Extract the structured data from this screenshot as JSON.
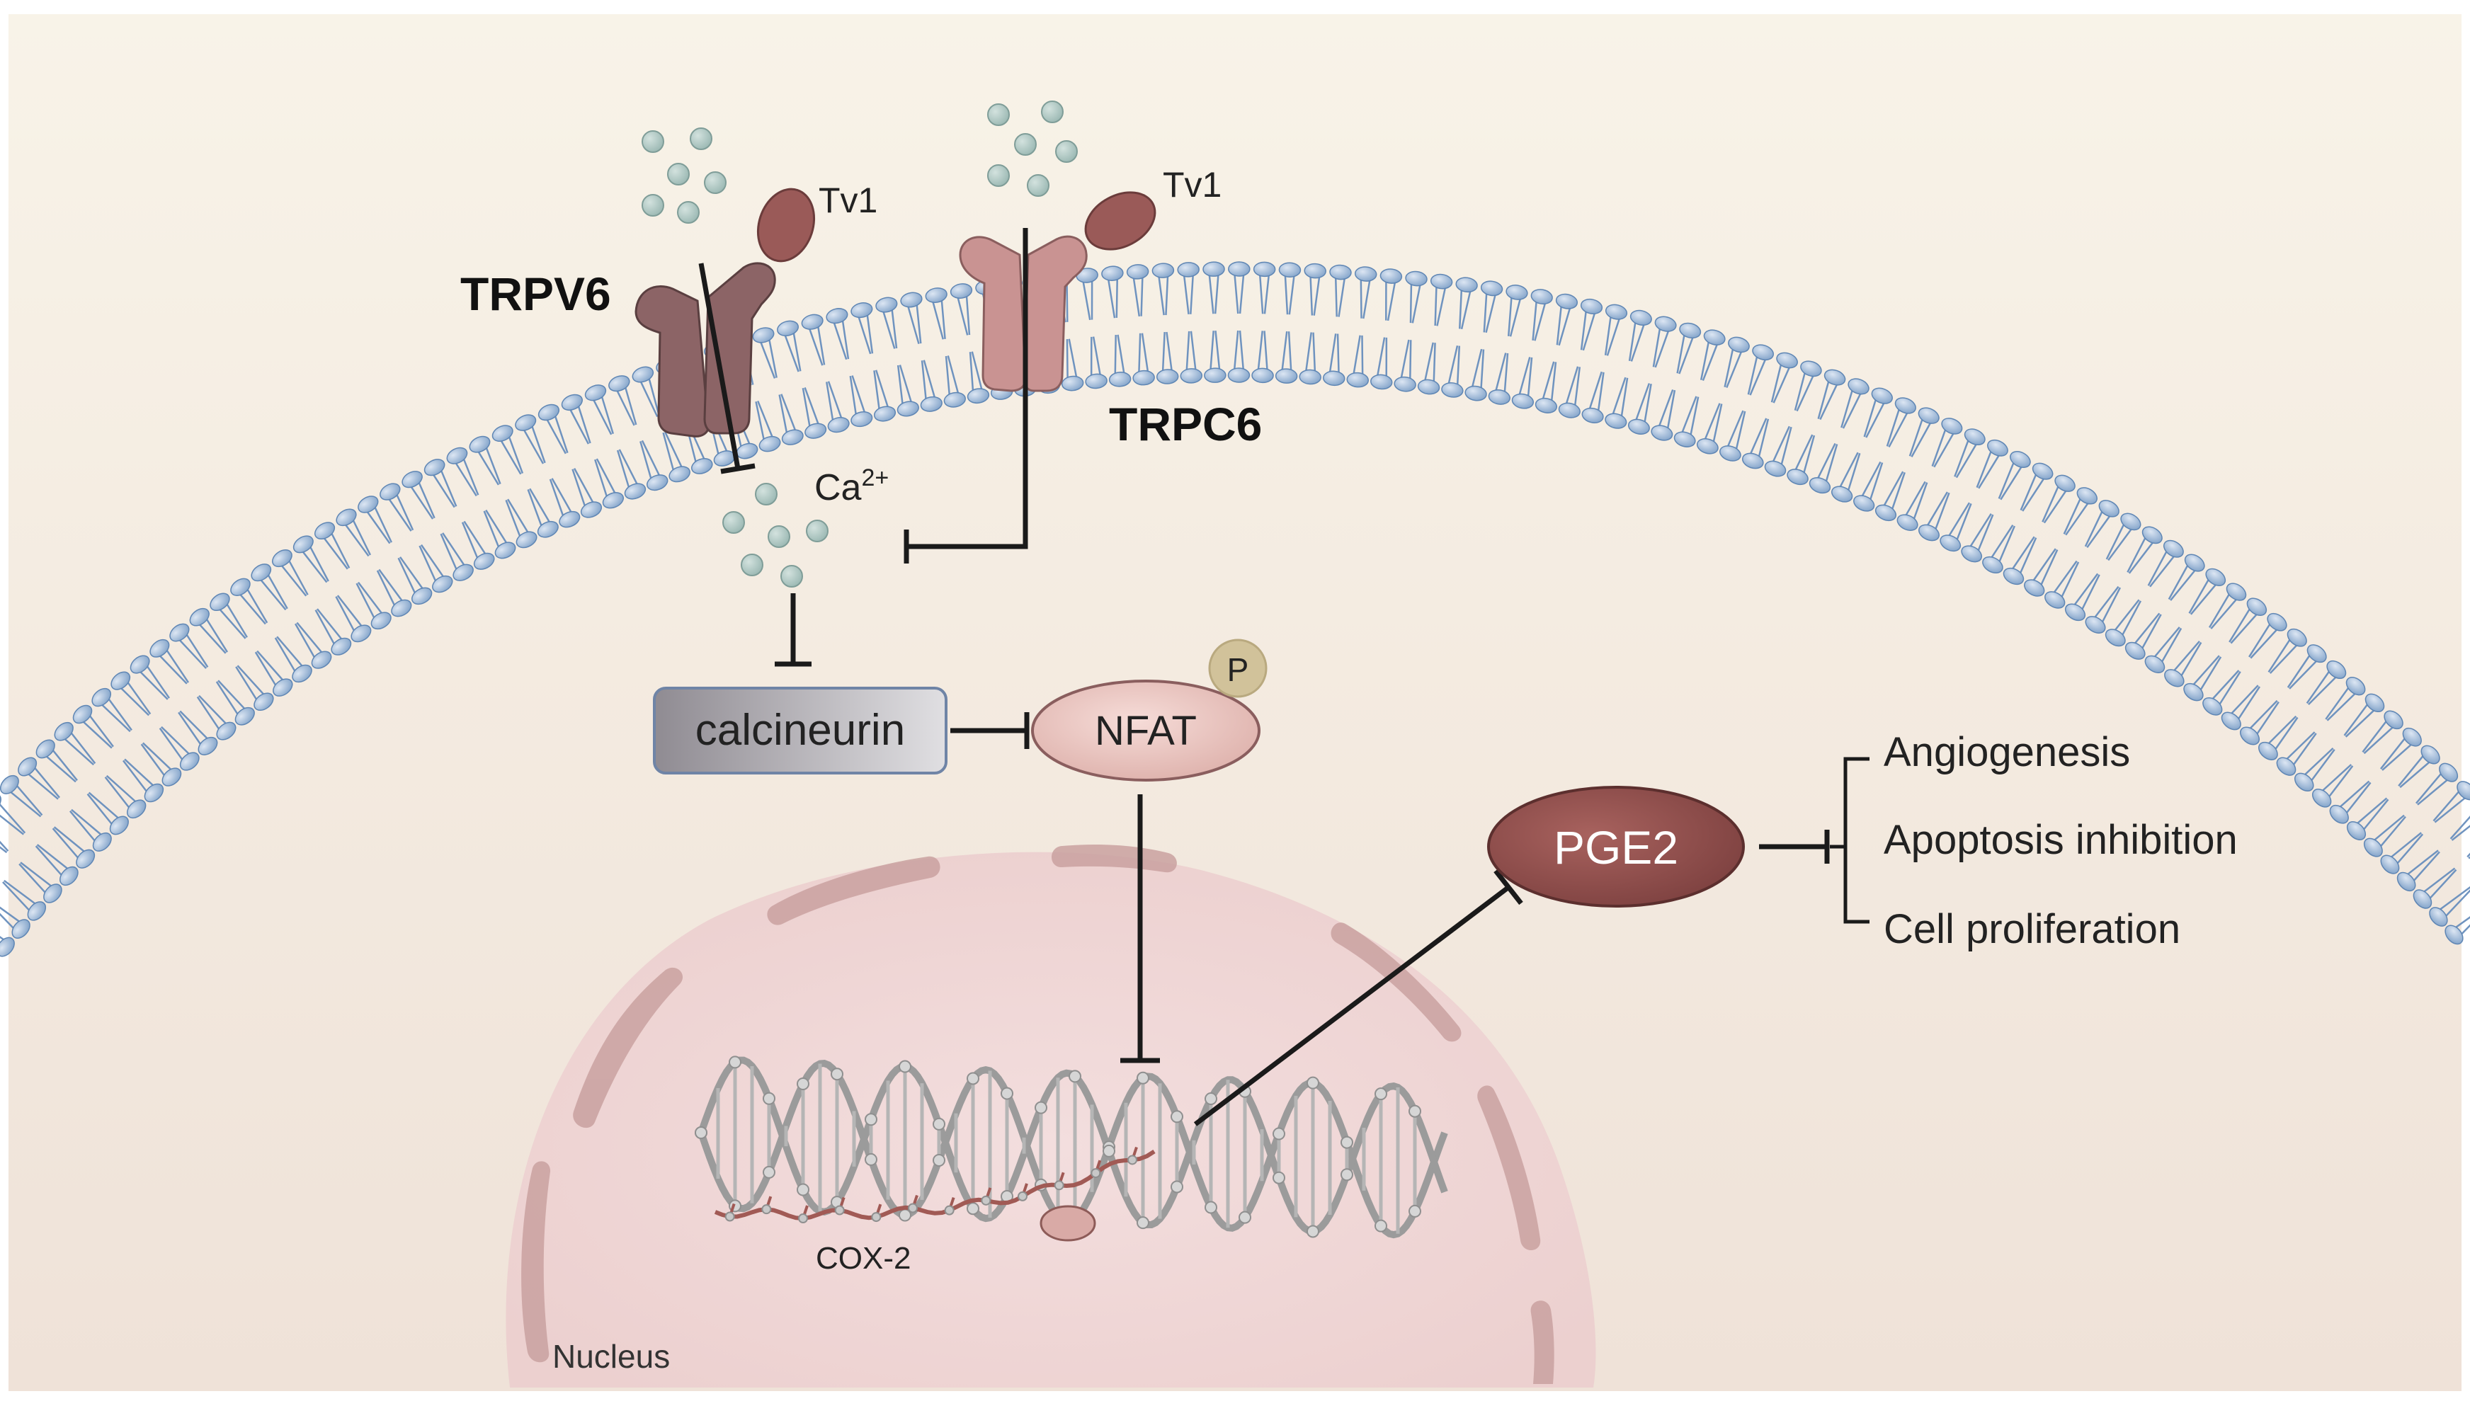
{
  "colors": {
    "background_top": "#f8f3e8",
    "background_bottom": "#f0e4da",
    "membrane_head": "#a9c3de",
    "membrane_head_stroke": "#5f86b4",
    "membrane_tail": "#6f93bf",
    "trpv6": "#8c6466",
    "trpc6": "#c99392",
    "tv1": "#9a5a58",
    "calcium": "#a8c4c0",
    "calcineurin": "#9a979c",
    "nfat": "#ecc7c2",
    "phospho": "#d1c29a",
    "pge2": "#8f4f4d",
    "nucleus": "#f0d6d6",
    "nucleus_envelope": "#c9a1a0",
    "dna": "#9b9b9b",
    "mrna": "#a15a55",
    "inhibit_line": "#1a1a1a"
  },
  "labels": {
    "trpv6": "TRPV6",
    "trpc6": "TRPC6",
    "tv1_left": "Tv1",
    "tv1_right": "Tv1",
    "calcium": "Ca",
    "calcium_charge": "2+",
    "calcineurin": "calcineurin",
    "nfat": "NFAT",
    "phospho": "P",
    "pge2": "PGE2",
    "cox2": "COX-2",
    "nucleus": "Nucleus"
  },
  "outcomes": [
    "Angiogenesis",
    "Apoptosis inhibition",
    "Cell proliferation"
  ]
}
